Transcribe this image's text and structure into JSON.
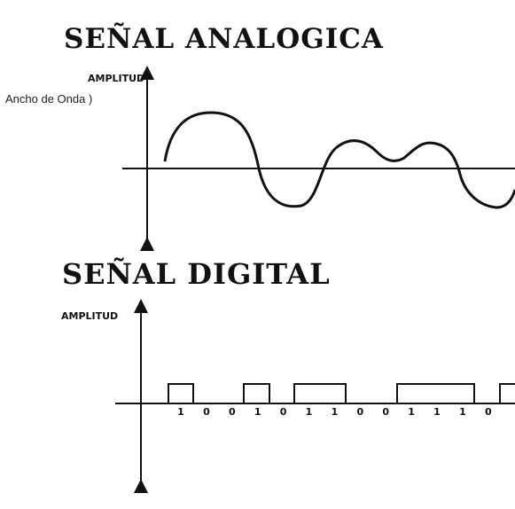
{
  "analog": {
    "title": "SEÑAL ANALOGICA",
    "ylabel": "AMPLITUD",
    "note": "Ancho de Onda )"
  },
  "digital": {
    "title": "SEÑAL DIGITAL",
    "ylabel": "AMPLITUD",
    "bits": [
      "1",
      "0",
      "0",
      "1",
      "0",
      "1",
      "1",
      "0",
      "0",
      "1",
      "1",
      "1",
      "0",
      "1"
    ]
  }
}
